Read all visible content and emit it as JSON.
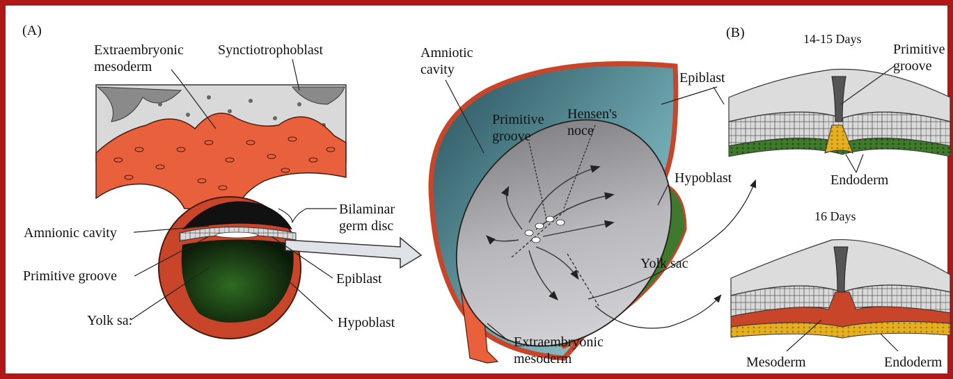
{
  "figure": {
    "colors": {
      "frame": "#b01818",
      "background": "#ffffff",
      "trophoblast": "#d8d8d8",
      "mesoderm": "#e8603c",
      "epiblast": "#cfcfcf",
      "hypoblast": "#3f7a2c",
      "amnion": "#6aa3ad",
      "endoderm": "#e4b020"
    },
    "panel_a": {
      "panel_label": "(A)",
      "labels": {
        "extraembryonic_mesoderm": [
          "Extraembryonic",
          "mesoderm"
        ],
        "synctiotrophoblast": "Synctiotrophoblast",
        "bilaminar_germ_disc": [
          "Bilaminar",
          "germ disc"
        ],
        "amnionic_cavity": "Amnionic cavity",
        "primitive_groove": "Primitive groove",
        "epiblast": "Epiblast",
        "yolk_sac": "Yolk sa:",
        "hypoblast": "Hypoblast"
      }
    },
    "center": {
      "labels": {
        "amniotic_cavity": [
          "Amniotic",
          "cavity"
        ],
        "hensens_node": [
          "Hensen's",
          "noce"
        ],
        "primitive_groove": [
          "Primitive",
          "groove"
        ],
        "epiblast": "Epiblast",
        "hypoblast": "Hypoblast",
        "yolk_sac": "Yolk sac",
        "extraembryonic_mesoderm": [
          "Extraembryonic",
          "mesoderm"
        ]
      }
    },
    "panel_b": {
      "panel_label": "(B)",
      "stage_1": {
        "title": "14-15 Days",
        "labels": {
          "primitive_groove": [
            "Primitive",
            "groove"
          ],
          "endoderm": "Endoderm"
        }
      },
      "stage_2": {
        "title": "16 Days",
        "labels": {
          "mesoderm": "Mesoderm",
          "endoderm": "Endoderm"
        }
      }
    }
  }
}
